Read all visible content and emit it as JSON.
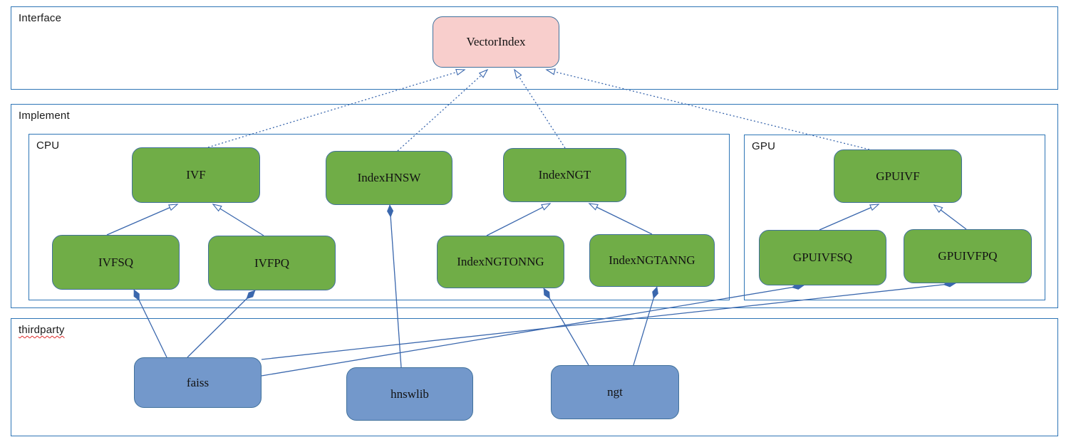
{
  "sections": {
    "interface": {
      "label": "Interface"
    },
    "implement": {
      "label": "Implement"
    },
    "cpu": {
      "label": "CPU"
    },
    "gpu": {
      "label": "GPU"
    },
    "thirdparty": {
      "label": "thirdparty"
    }
  },
  "nodes": {
    "vectorindex": {
      "label": "VectorIndex",
      "section": "interface"
    },
    "ivf": {
      "label": "IVF",
      "section": "cpu"
    },
    "indexhnsw": {
      "label": "IndexHNSW",
      "section": "cpu"
    },
    "indexngt": {
      "label": "IndexNGT",
      "section": "cpu"
    },
    "ivfsq": {
      "label": "IVFSQ",
      "section": "cpu"
    },
    "ivfpq": {
      "label": "IVFPQ",
      "section": "cpu"
    },
    "indexngtonng": {
      "label": "IndexNGTONNG",
      "section": "cpu"
    },
    "indexngtanng": {
      "label": "IndexNGTANNG",
      "section": "cpu"
    },
    "gpuivf": {
      "label": "GPUIVF",
      "section": "gpu"
    },
    "gpuivfsq": {
      "label": "GPUIVFSQ",
      "section": "gpu"
    },
    "gpuivfpq": {
      "label": "GPUIVFPQ",
      "section": "gpu"
    },
    "faiss": {
      "label": "faiss",
      "section": "thirdparty"
    },
    "hnswlib": {
      "label": "hnswlib",
      "section": "thirdparty"
    },
    "ngt": {
      "label": "ngt",
      "section": "thirdparty"
    }
  },
  "relationships": {
    "realizations_dotted_open_arrow": [
      {
        "from": "IVF",
        "to": "VectorIndex"
      },
      {
        "from": "IndexHNSW",
        "to": "VectorIndex"
      },
      {
        "from": "IndexNGT",
        "to": "VectorIndex"
      },
      {
        "from": "GPUIVF",
        "to": "VectorIndex"
      }
    ],
    "generalizations_solid_open_arrow": [
      {
        "from": "IVFSQ",
        "to": "IVF"
      },
      {
        "from": "IVFPQ",
        "to": "IVF"
      },
      {
        "from": "IndexNGTONNG",
        "to": "IndexNGT"
      },
      {
        "from": "IndexNGTANNG",
        "to": "IndexNGT"
      },
      {
        "from": "GPUIVFSQ",
        "to": "GPUIVF"
      },
      {
        "from": "GPUIVFPQ",
        "to": "GPUIVF"
      }
    ],
    "compositions_filled_diamond": [
      {
        "owner": "IVFSQ",
        "part": "faiss"
      },
      {
        "owner": "IVFPQ",
        "part": "faiss"
      },
      {
        "owner": "IndexHNSW",
        "part": "hnswlib"
      },
      {
        "owner": "IndexNGTONNG",
        "part": "ngt"
      },
      {
        "owner": "IndexNGTANNG",
        "part": "ngt"
      },
      {
        "owner": "GPUIVFSQ",
        "part": "faiss"
      },
      {
        "owner": "GPUIVFPQ",
        "part": "faiss"
      }
    ]
  },
  "colors": {
    "interface_node_fill": "#f8cecc",
    "implement_node_fill": "#70ad47",
    "thirdparty_node_fill": "#7398cb",
    "node_border": "#41719c",
    "section_border": "#2e75b6",
    "edge_line": "#3a67ad",
    "spellcheck_squiggle": "#dd2a2a"
  }
}
